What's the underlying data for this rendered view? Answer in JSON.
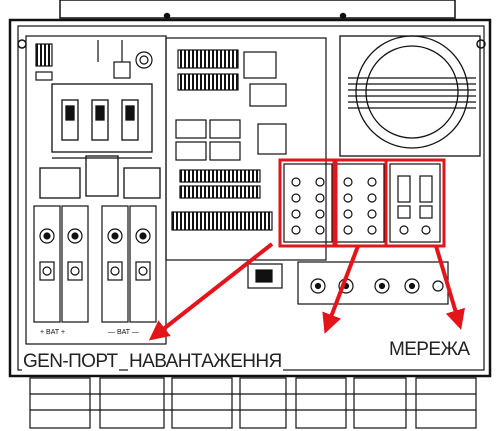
{
  "labels": {
    "gen_port": "GEN-ПОРТ",
    "load": "НАВАНТАЖЕННЯ",
    "grid": "МЕРЕЖА"
  },
  "panel": {
    "bat_plus": "+ BAT +",
    "bat_minus": "— BAT —"
  },
  "colors": {
    "highlight": "#e3151b",
    "line": "#111111",
    "background": "#ffffff"
  }
}
